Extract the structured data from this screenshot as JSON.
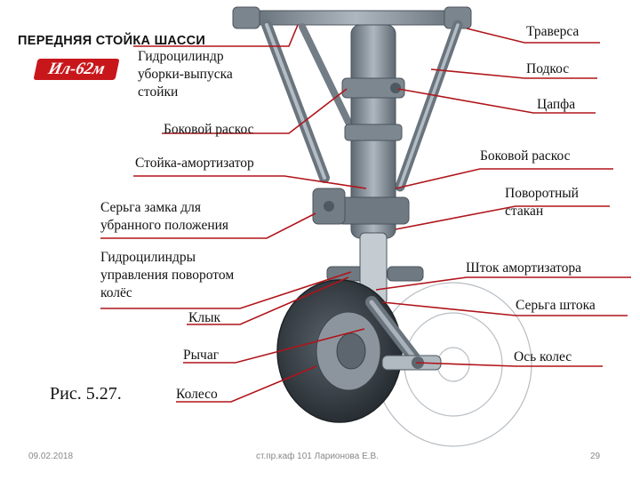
{
  "header": {
    "title": "ПЕРЕДНЯЯ СТОЙКА ШАССИ",
    "logo_text": "Ил-62м"
  },
  "labels": {
    "hydrocyl": [
      "Гидроцилиндр",
      "уборки-выпуска",
      "стойки"
    ],
    "side_brace_left": "Боковой раскос",
    "strut": "Стойка-амортизатор",
    "lock_link": [
      "Серьга замка для",
      "убранного положения"
    ],
    "steer_cyl": [
      "Гидроцилиндры",
      "управления поворотом",
      "колёс"
    ],
    "klyk": "Клык",
    "lever": "Рычаг",
    "wheel": "Колесо",
    "traverse": "Траверса",
    "drag_brace": "Подкос",
    "trunnion": "Цапфа",
    "side_brace_right": "Боковой раскос",
    "swivel": [
      "Поворотный",
      "стакан"
    ],
    "piston_rod": "Шток амортизатора",
    "rod_link": "Серьга штока",
    "axle": "Ось колес"
  },
  "figure": {
    "caption": "Рис. 5.27."
  },
  "footer": {
    "date": "09.02.2018",
    "author": "ст.пр.каф 101 Ларионова Е.В.",
    "page": "29"
  },
  "colors": {
    "leader": "#b0141a",
    "metal": "#8d97a0",
    "metal_dark": "#56606a",
    "tire": "#2f363c"
  }
}
